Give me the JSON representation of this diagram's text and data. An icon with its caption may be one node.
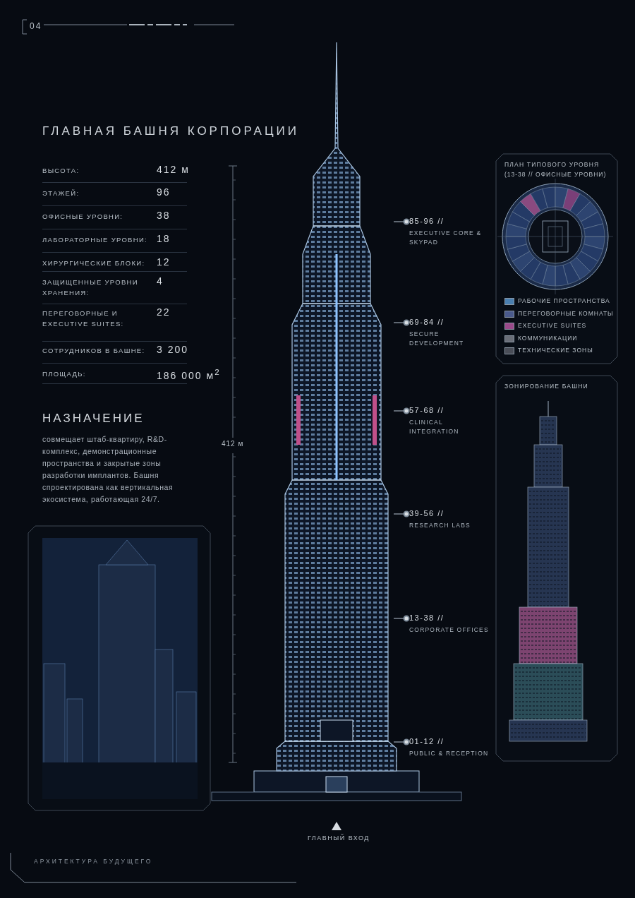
{
  "diagram": {
    "nodes": [
      {
        "text": [],
        "shape": "picture"
      },
      {
        "text": [
          "85-96 //",
          "EXECUTIVE CORE & SKYPAD"
        ]
      },
      {
        "text": [
          "69-84 //",
          "SECURE DEVELOPMENT"
        ]
      },
      {
        "text": [
          "57-68 //",
          "CLINICAL INTEGRATION"
        ]
      },
      {
        "text": [
          "39-56 //",
          "RESEARCH LABS"
        ]
      },
      {
        "text": [
          "13-38 //",
          "CORPORATE OFFICES"
        ]
      },
      {
        "text": [
          "01-12 //",
          "PUBLIC & RECEPTION"
        ]
      }
    ],
    "edges": [
      {
        "from": 1,
        "to": 0,
        "arrow": "none"
      },
      {
        "from": 2,
        "to": 0,
        "arrow": "none"
      },
      {
        "from": 3,
        "to": 0,
        "arrow": "none"
      },
      {
        "from": 4,
        "to": 0,
        "arrow": "none"
      },
      {
        "from": 5,
        "to": 0,
        "arrow": "none"
      },
      {
        "from": 6,
        "to": 0,
        "arrow": "none"
      }
    ],
    "labels": [
      "04",
      "ГЛАВНАЯ БАШНЯ КОРПОРАЦИИ",
      "ВЫСОТА:",
      "412 м",
      "ЭТАЖЕЙ:",
      "96",
      "ОФИСНЫЕ УРОВНИ:",
      "38",
      "ЛАБОРАТОРНЫЕ УРОВНИ:",
      "18",
      "ХИРУРГИЧЕСКИЕ БЛОКИ:",
      "12",
      "ЗАЩИЩЕННЫЕ УРОВНИ ХРАНЕНИЯ:",
      "4",
      "ПЕРЕГОВОРНЫЕ И EXECUTIVE SUITES:",
      "22",
      "СОТРУДНИКОВ В БАШНЕ:",
      "3 200",
      "ПЛОЩАДЬ:",
      "186 000 м$^{2}$",
      "НАЗНАЧЕНИЕ",
      "совмещает штаб-квартиру, R&D-комплекс, демонстрационные пространства и закрытые зоны разработки имплантов. Башня спроектирована как вертикальная экосистема, работающая 24/7.",
      "412 м",
      "ПЛАН ТИПОВОГО УРОВНЯ",
      "(13-38 // ОФИСНЫЕ УРОВНИ)",
      "ЗОНИРОВАНИЕ БАШНИ",
      "ГЛАВНЫЙ ВХОД",
      "АРХИТЕКТУРА БУДУЩЕГО"
    ],
    "legend": [
      {
        "text": "РАБОЧИЕ ПРОСТРАНСТВА",
        "color": "#4a7fb0"
      },
      {
        "text": "ПЕРЕГОВОРНЫЕ КОМНАТЫ",
        "color": "#4a5a8c"
      },
      {
        "text": "EXECUTIVE SUITES",
        "color": "#9a4a8a"
      },
      {
        "text": "КОММУНИКАЦИИ",
        "color": "#6a6e78"
      },
      {
        "text": "ТЕХНИЧЕСКИЕ ЗОНЫ",
        "color": "#4a4e58"
      }
    ]
  }
}
